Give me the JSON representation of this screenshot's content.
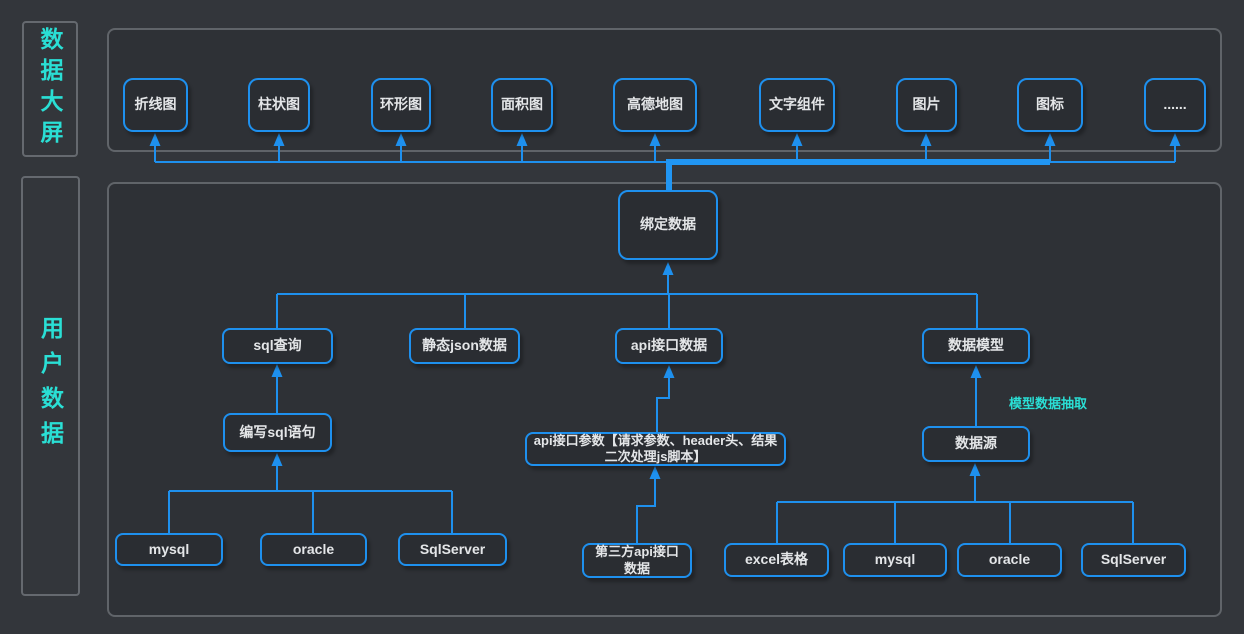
{
  "sidebar": {
    "screen_label": "数据大屏",
    "user_data_label": "用户数据"
  },
  "screen_components": {
    "line_chart": "折线图",
    "bar_chart": "柱状图",
    "ring_chart": "环形图",
    "area_chart": "面积图",
    "amap": "高德地图",
    "text_widget": "文字组件",
    "image": "图片",
    "icon": "图标",
    "more": "......"
  },
  "flow": {
    "bind_data": "绑定数据",
    "sql_query": "sql查询",
    "static_json": "静态json数据",
    "api_data": "api接口数据",
    "data_model": "数据模型",
    "write_sql": "编写sql语句",
    "api_params": "api接口参数【请求参数、header头、结果二次处理js脚本】",
    "data_source": "数据源",
    "third_party_api": "第三方api接口数据",
    "mysql_left": "mysql",
    "oracle_left": "oracle",
    "sqlserver_left": "SqlServer",
    "excel": "excel表格",
    "mysql_right": "mysql",
    "oracle_right": "oracle",
    "sqlserver_right": "SqlServer"
  },
  "annotations": {
    "model_extract": "模型数据抽取"
  },
  "colors": {
    "edge_blue": "#1e90ee",
    "highlight_blue": "#2196f3",
    "label_cyan": "#2adfd5",
    "node_border": "#1e90ee",
    "group_border": "#606469",
    "background": "#33363b"
  }
}
